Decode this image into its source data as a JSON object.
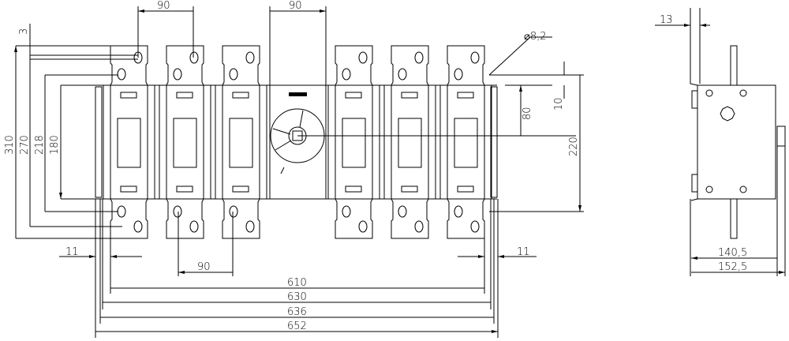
{
  "drawing": {
    "front_view": {
      "dim_top_pole_pitch": "90",
      "dim_top_handle_width": "90",
      "dim_hole_diameter": "⌀8,2",
      "dim_3": "3",
      "dim_310": "310",
      "dim_270": "270",
      "dim_218": "218",
      "dim_180": "180",
      "dim_80": "80",
      "dim_10": "10",
      "dim_220": "220",
      "dim_11_left": "11",
      "dim_11_right": "11",
      "dim_bottom_pole_pitch": "90",
      "dim_610": "610",
      "dim_630": "630",
      "dim_636": "636",
      "dim_652": "652"
    },
    "side_view": {
      "dim_13": "13",
      "dim_140_5": "140,5",
      "dim_152_5": "152,5"
    },
    "colors": {
      "line": "#000000",
      "background": "#ffffff"
    }
  }
}
